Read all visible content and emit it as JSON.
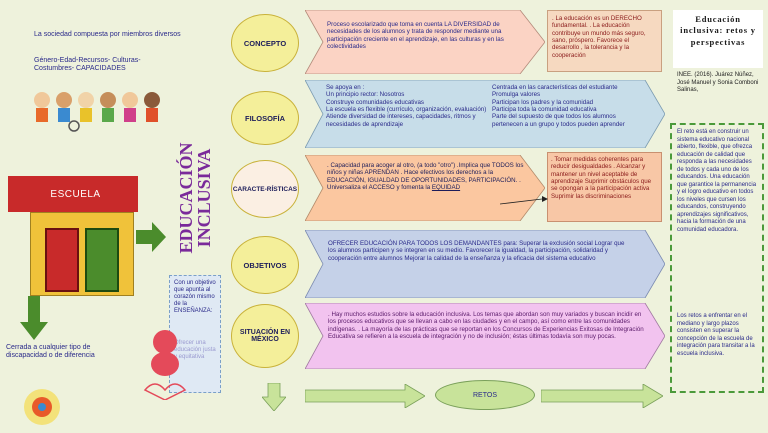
{
  "intro": {
    "line1": "La sociedad compuesta por miembros diversos",
    "line2": "Género-Edad-Recursos- Culturas-Costumbres- CAPACIDADES"
  },
  "escuela": {
    "label": "ESCUELA",
    "caption": "Cerrada a cualquier tipo de discapacidad o de diferencia"
  },
  "vertical_title": "EDUCACIÓN INCLUSIVA",
  "note_box": {
    "text1": "Con un objetivo que apunta al corazón mismo de la ENSEÑANZA:",
    "text2": "Ofrecer una educación justa y equitativa"
  },
  "rows": [
    {
      "label": "CONCEPTO",
      "text": "Proceso escolarizado que toma en cuenta LA DIVERSIDAD de necesidades de los alumnos y trata de responder mediante una participación creciente en el aprendizaje, en las culturas y en las colectividades",
      "side": ". La educación es un DERECHO fundamental. . La educación contribuye un mundo más seguro, sano, próspero. Favorece el desarrollo , la tolerancia y la cooperación"
    },
    {
      "label": "FILOSOFÍA",
      "left_items": [
        "Se apoya en :",
        "Un principio rector: Nosotros",
        "Construye comunidades educativas",
        "La escuela es flexible (currículo, organización, evaluación)",
        "Atiende diversidad de intereses, capacidades, ritmos y necesidades de aprendizaje"
      ],
      "right_items": [
        "Centrada en las características del estudiante",
        "Promulga valores",
        "Participan los padres y la comunidad",
        "Participa toda la comunidad educativa",
        "Parte del supuesto de que todos los alumnos pertenecen a un grupo y todos pueden aprender"
      ]
    },
    {
      "label": "CARACTE-RÍSTICAS",
      "text": ". Capacidad para acoger al otro, (a todo \"otro\") .Implica que TODOS los niños y niñas APRENDAN . Hace efectivos los derechos a la EDUCACIÓN, IGUALDAD DE OPORTUNIDADES, PARTICIPACIÓN. . Universaliza el ACCESO y fomenta la",
      "underline": "EQUIDAD",
      "side": ". Tomar medidas coherentes para reducir desigualdades . Alcanzar y mantener un nivel aceptable de aprendizaje Suprimir obstáculos que se opongan a la participación activa Suprimir las discriminaciones"
    },
    {
      "label": "OBJETIVOS",
      "text": "OFRECER EDUCACIÓN PARA TODOS LOS DEMANDANTES para: Superar la exclusión social Lograr que los alumnos participen y se integren en su medio. Favorecer la igualdad, la participación, solidaridad y cooperación entre alumnos Mejorar la calidad de la enseñanza y la eficacia del sistema educativo"
    },
    {
      "label": "SITUACIÓN EN MÉXICO",
      "text": ". Hay muchos estudios sobre la educación inclusiva. Los temas que abordan son muy variados y buscan incidir en los procesos educativos que se llevan a cabo en las ciudades y en el campo, así como entre las comunidades indígenas. . La mayoría de las prácticas que se reportan en los Concursos de Experiencias Exitosas de Integración Educativa se refieren a la escuela de integración y no de inclusión; éstas últimas todavía son muy pocas."
    }
  ],
  "retos": "RETOS",
  "right_panel": {
    "title": "Educación inclusiva: retos y perspectivas",
    "citation": "INEE. (2016). Juárez Núñez, José Manuel y Sonia Comboni Salinas,",
    "para1": "El reto está en construir un sistema educativo nacional abierto, flexible, que ofrezca educación de calidad que responda a las necesidades de todos y cada uno de los educandos. Una educación que garantice la permanencia y el logro educativo en todos los niveles que cursen los educandos, construyendo aprendizajes significativos, hacia la formación de una comunidad educadora.",
    "para2": "Los retos a enfrentar en el mediano y largo plazos consisten en superar la concepción de la escuela de integración para transitar a la escuela inclusiva."
  },
  "colors": {
    "concepto": "#fbd3c4",
    "filosofia": "#c7dde9",
    "caracteristicas": "#fbc7a0",
    "objetivos": "#c5d1e8",
    "mexico": "#f2c3ef",
    "green_arrow": "#c8e39a",
    "school_red": "#c82a2a",
    "school_green": "#4b8c2c"
  }
}
